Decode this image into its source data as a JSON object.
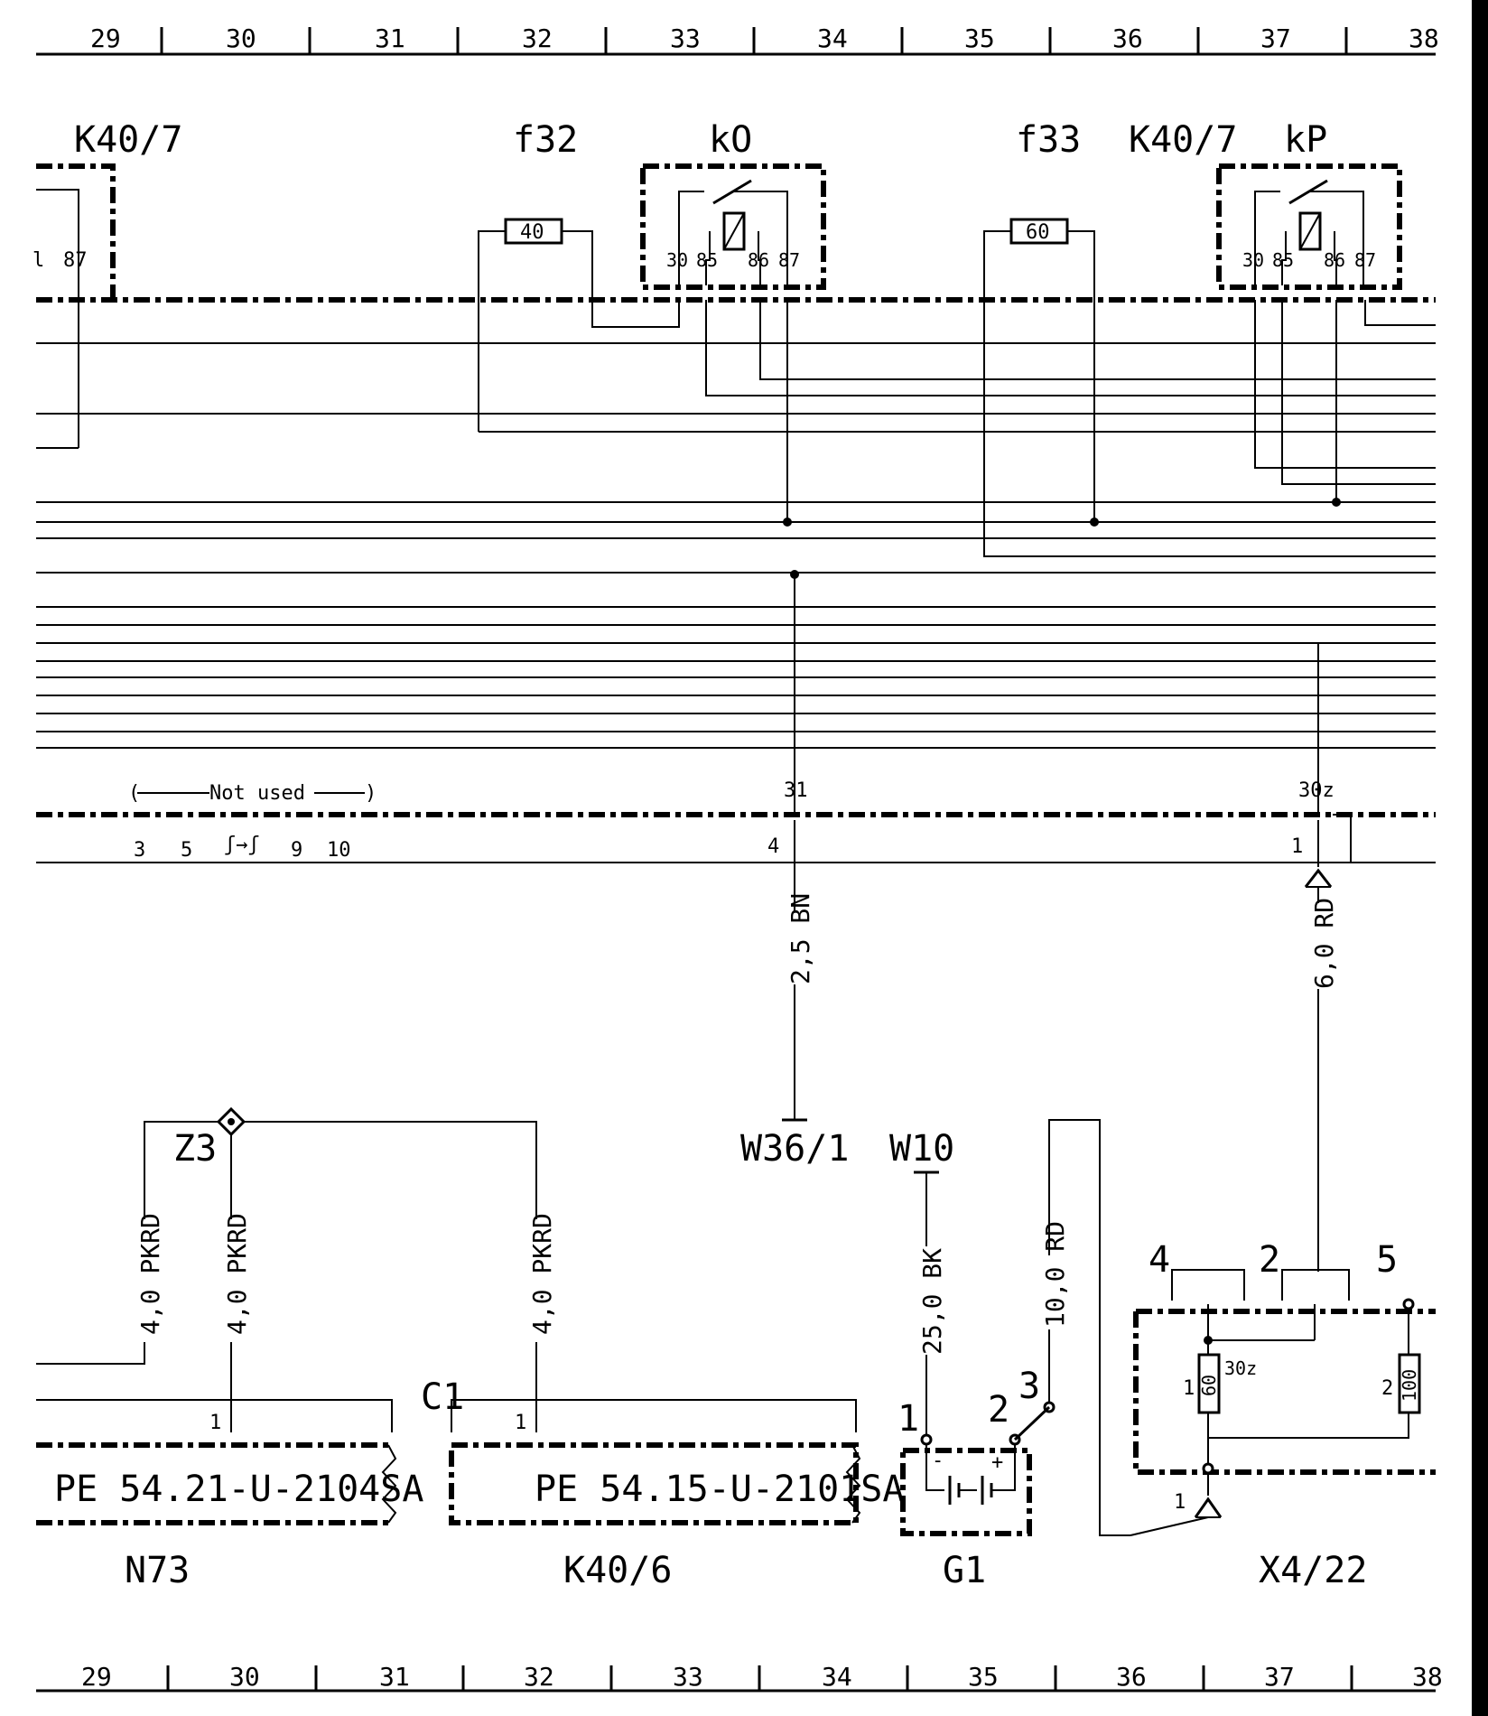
{
  "grid_columns": [
    "29",
    "30",
    "31",
    "32",
    "33",
    "34",
    "35",
    "36",
    "37",
    "38"
  ],
  "components": {
    "k40_7_left": "K40/7",
    "f32": "f32",
    "kO": "kO",
    "f33": "f33",
    "k40_7_right": "K40/7",
    "kP": "kP",
    "w36_1": "W36/1",
    "w10": "W10",
    "z3": "Z3",
    "n73": "N73",
    "k40_6": "K40/6",
    "g1": "G1",
    "x4_22": "X4/22",
    "c1": "C1"
  },
  "fuses": {
    "f32_rating": "40",
    "f33_rating": "60"
  },
  "pins": {
    "k40_7_87": "87",
    "kO": [
      "30",
      "85",
      "86",
      "87"
    ],
    "kP": [
      "30",
      "85",
      "86",
      "87"
    ],
    "conn_31": "31",
    "conn_4": "4",
    "conn_30z": "30z",
    "conn_1": "1",
    "not_used_pins": [
      "3",
      "5",
      "9",
      "10"
    ],
    "n73_pin": "1",
    "k40_6_pin": "1",
    "g1_1": "1",
    "g1_2": "2",
    "g1_3": "3",
    "x4_4": "4",
    "x4_2": "2",
    "x4_5": "5",
    "x4_r1": "1",
    "x4_r2": "2",
    "x4_30z": "30z",
    "x4_bottom": "1"
  },
  "not_used": "Not used",
  "wires": {
    "bn": "2,5 BN",
    "rd6": "6,0 RD",
    "pkrd": "4,0 PKRD",
    "bk": "25,0 BK",
    "rd10": "10,0 RD"
  },
  "references": {
    "n73": "PE 54.21-U-2104SA",
    "k40_6": "PE 54.15-U-2101SA"
  },
  "resistors": {
    "r60": "60",
    "r100": "100"
  },
  "g1_polarity": {
    "minus": "-",
    "plus": "+"
  }
}
